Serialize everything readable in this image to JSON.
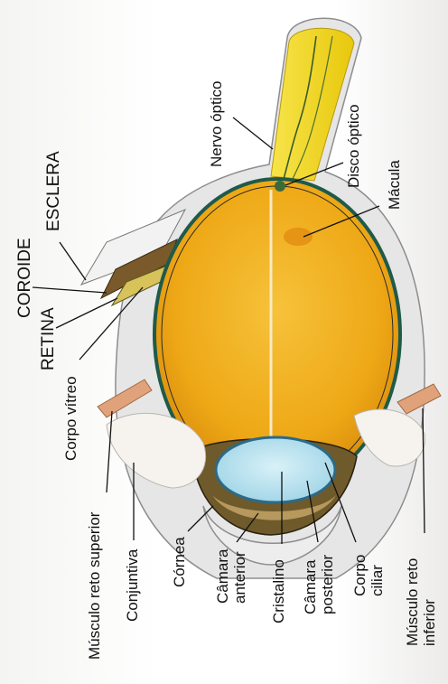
{
  "labels": {
    "nervo_optico": "Nervo óptico",
    "disco_optico": "Disco óptico",
    "macula": "Mácula",
    "esclera": "ESCLERA",
    "coroide": "COROIDE",
    "retina": "RETINA",
    "corpo_vitreo": "Corpo vítreo",
    "musculo_reto_superior": "Músculo reto superior",
    "conjuntiva": "Conjuntiva",
    "cornea": "Córnea",
    "camara_anterior_1": "Câmara",
    "camara_anterior_2": "anterior",
    "cristalino": "Cristalino",
    "camara_posterior_1": "Câmara",
    "camara_posterior_2": "posterior",
    "corpo_ciliar_1": "Corpo",
    "corpo_ciliar_2": "ciliar",
    "musculo_reto_inferior_1": "Músculo reto",
    "musculo_reto_inferior_2": "inferior"
  },
  "colors": {
    "vitreous": "#f2b21a",
    "optic_nerve": "#f4e01a",
    "sclera": "#e3e3e3",
    "lens": "#bfe6f2",
    "muscle": "#e0a27a",
    "conjunctiva": "#f4f1ec",
    "line": "#1a1a1a"
  }
}
